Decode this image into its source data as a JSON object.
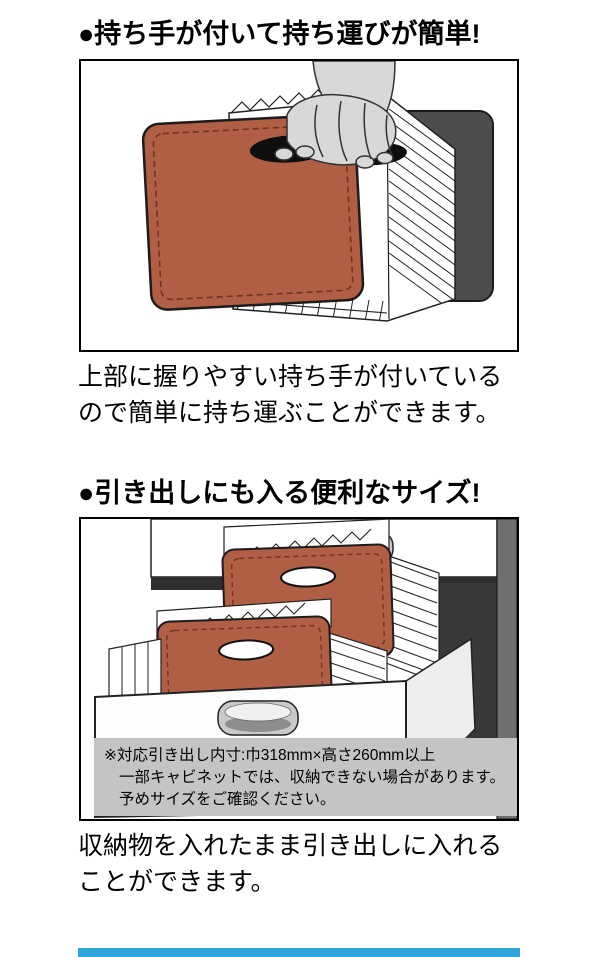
{
  "section_carry": {
    "heading": "●持ち手が付いて持ち運びが簡単!",
    "caption_lines": [
      "上部に握りやすい持ち手が付いている",
      "ので簡単に持ち運ぶことができます。"
    ]
  },
  "section_drawer": {
    "heading": "●引き出しにも入る便利なサイズ!",
    "note_lines": [
      "※対応引き出し内寸:巾318mm×高さ260mm以上",
      "一部キャビネットでは、収納できない場合があります。",
      "予めサイズをご確認ください。"
    ],
    "caption_lines": [
      "収納物を入れたまま引き出しに入れる",
      "ことができます。"
    ]
  },
  "colors": {
    "cover_brown": "#b05e44",
    "stitch_brown": "#6e3320",
    "back_cover_dark": "#4d4d4d",
    "cabinet_interior_dark": "#383838",
    "cabinet_side_gray": "#6f6f6f",
    "hand_gray": "#d8d8d8",
    "note_bg": "#c4c4c4",
    "divider_blue": "#2ea4d9"
  }
}
